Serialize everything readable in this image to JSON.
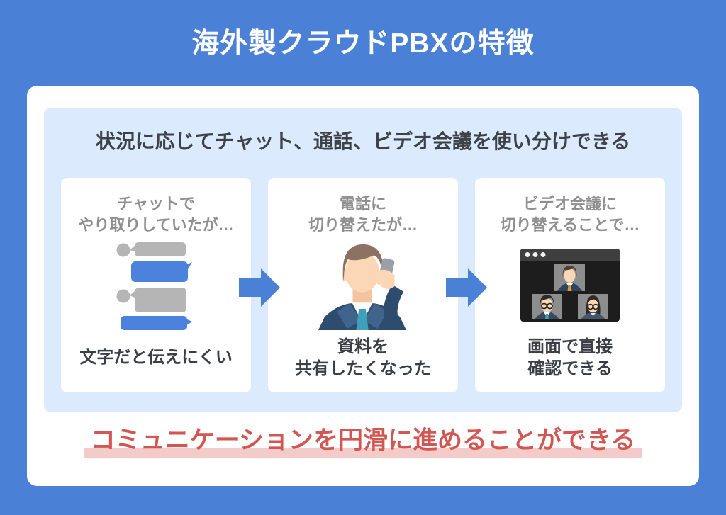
{
  "page": {
    "title": "海外製クラウドPBXの特徴"
  },
  "panel": {
    "heading": "状況に応じてチャット、通話、ビデオ会議を使い分けできる"
  },
  "cards": [
    {
      "title": [
        "チャットで",
        "やり取りしていたが…"
      ],
      "caption": [
        "文字だと伝えにくい"
      ],
      "icon": "chat-bubbles-icon"
    },
    {
      "title": [
        "電話に",
        "切り替えたが…"
      ],
      "caption": [
        "資料を",
        "共有したくなった"
      ],
      "icon": "person-on-phone-icon"
    },
    {
      "title": [
        "ビデオ会議に",
        "切り替えることで…"
      ],
      "caption": [
        "画面で直接",
        "確認できる"
      ],
      "icon": "video-conference-icon"
    }
  ],
  "conclusion": {
    "text": "コミュニケーションを円滑に進めることができる"
  },
  "colors": {
    "background": "#4a80d6",
    "panel": "#dbeafc",
    "card": "#ffffff",
    "arrow": "#4a80d6",
    "title_text": "#ffffff",
    "heading_text": "#3d4248",
    "card_title_text": "#8f8f8f",
    "card_caption_text": "#3a3f45",
    "conclusion_text": "#d25752",
    "conclusion_highlight": "#f3cbc8",
    "chat_bubble_gray": "#b5b5b5",
    "chat_bubble_blue": "#4a82dc",
    "suit_navy": "#2e4c6d",
    "tie_teal": "#3fa0ba",
    "skin": "#fcd7b5",
    "hair_brown": "#8b7262"
  }
}
